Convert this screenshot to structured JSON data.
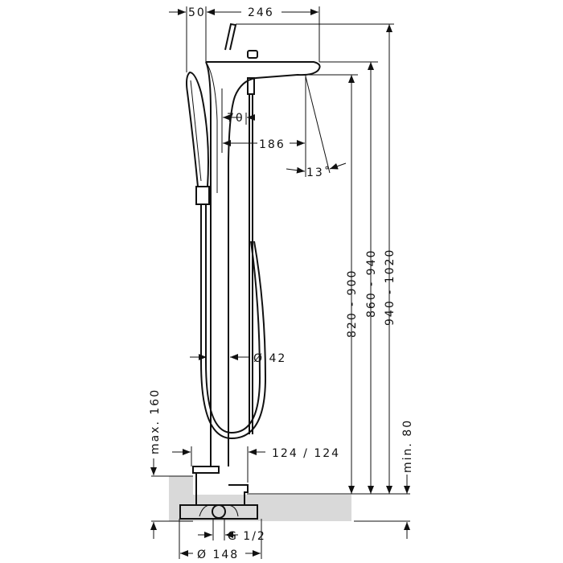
{
  "dimensions": {
    "d50": "50",
    "d246": "246",
    "d70": "70",
    "d186": "186",
    "angle": "13˚",
    "diameter42": "Ø 42",
    "h820": "820 - 900",
    "h860": "860 - 940",
    "h940": "940 - 1020",
    "max160": "max. 160",
    "min80": "min. 80",
    "d124": "124  /  124",
    "g12": "G 1/2",
    "d148": "Ø 148"
  },
  "colors": {
    "line": "#111111",
    "floor": "#d9d9d9"
  }
}
